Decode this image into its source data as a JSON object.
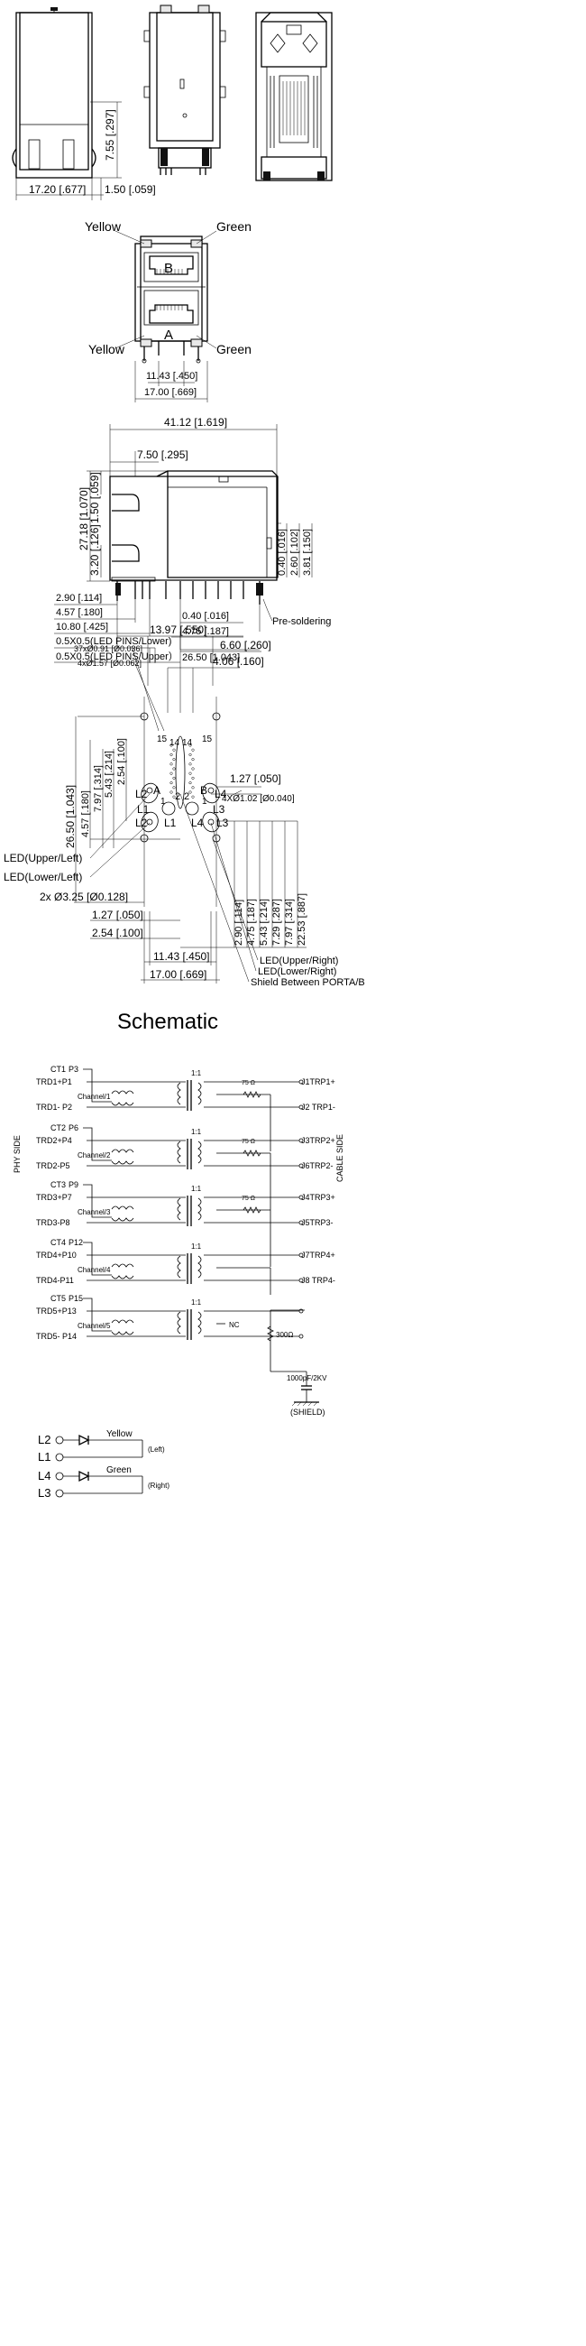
{
  "views": {
    "front": {
      "w": "17.20 [.677]",
      "h": "7.55 [.297]",
      "side": "1.50 [.059]"
    },
    "port": {
      "yellow_top": "Yellow",
      "green_top": "Green",
      "yellow_bot": "Yellow",
      "green_bot": "Green",
      "label_b": "B",
      "label_a": "A",
      "dim1": "11.43 [.450]",
      "dim2": "17.00 [.669]"
    },
    "side": {
      "top": "41.12 [1.619]",
      "offset": "7.50 [.295]",
      "height": "27.18 [1.070]",
      "d150": "1.50 [.059]",
      "d320": "3.20 [.126]",
      "d040v": "0.40 [.016]",
      "d260": "2.60 [.102]",
      "d381": "3.81 [.150]",
      "d290": "2.90 [.114]",
      "d457": "4.57 [.180]",
      "d1080": "10.80 [.425]",
      "d040": "0.40 [.016]",
      "d475": "4.75 [.187]",
      "d2650": "26.50 [1.043]",
      "led_lower": "0.5X0.5(LED PINS/Lower)",
      "led_upper": "0.5X0.5(LED PINS/Upper）",
      "presolder": "Pre-soldering"
    },
    "footprint": {
      "d1397": "13.97 [.550]",
      "d660": "6.60 [.260]",
      "d406": "4.06 [.160]",
      "holes37": "37xØ0.91 [Ø0.036]",
      "holes4": "4xØ1.57 [Ø0.062]",
      "d2650v": "26.50 [1.043]",
      "d457v": "4.57 [.180]",
      "d797v": "7.97 [.314]",
      "d543v": "5.43 [.214]",
      "d254v": "2.54 [.100]",
      "d127r": "1.27 [.050]",
      "holes4b": "4XØ1.02 [Ø0.040]",
      "p15a": "15",
      "p14a": "14",
      "p14b": "14",
      "p15b": "15",
      "p2a": "2",
      "p2b": "2",
      "p1a": "1",
      "p1b": "1",
      "L2a": "L2",
      "L1a": "L1",
      "L4a": "L4",
      "L3a": "L3",
      "La": "A",
      "Lb": "B",
      "L2b": "L2",
      "L1b": "L1",
      "L4b": "L4",
      "L3b": "L3",
      "led_ul": "LED(Upper/Left)",
      "led_ll": "LED(Lower/Left)",
      "mount": "2x Ø3.25 [Ø0.128]",
      "d127": "1.27 [.050]",
      "d254": "2.54 [.100]",
      "d1143": "11.43 [.450]",
      "d1700": "17.00 [.669]",
      "r290": "2.90 [.114]",
      "r475": "4.75 [.187]",
      "r543": "5.43 [.214]",
      "r729": "7.29 [.287]",
      "r797": "7.97 [.314]",
      "r2253": "22.53 [.887]",
      "led_ur": "LED(Upper/Right)",
      "led_lr": "LED(Lower/Right)",
      "shield": "Shield Between PORTA/B"
    },
    "schematic": {
      "title": "Schematic",
      "phy_side": "PHY SIDE",
      "cable_side": "CABLE SIDE",
      "channels": [
        {
          "ct": "CT1",
          "ctp": "P3",
          "trdp": "TRD1+P1",
          "trdm": "TRD1- P2",
          "name": "Channel/1",
          "ratio": "1:1",
          "res": "75 Ω",
          "jp": "J1TRP1+",
          "jm": "J2 TRP1-"
        },
        {
          "ct": "CT2",
          "ctp": "P6",
          "trdp": "TRD2+P4",
          "trdm": "TRD2-P5",
          "name": "Channel/2",
          "ratio": "1:1",
          "res": "75 Ω",
          "jp": "J3TRP2+",
          "jm": "J6TRP2-"
        },
        {
          "ct": "CT3",
          "ctp": "P9",
          "trdp": "TRD3+P7",
          "trdm": "TRD3-P8",
          "name": "Channel/3",
          "ratio": "1:1",
          "res": "75 Ω",
          "jp": "J4TRP3+",
          "jm": "J5TRP3-"
        },
        {
          "ct": "CT4",
          "ctp": "P12",
          "trdp": "TRD4+P10",
          "trdm": "TRD4-P11",
          "name": "Channel/4",
          "ratio": "1:1",
          "res": "",
          "jp": "J7TRP4+",
          "jm": "J8 TRP4-"
        },
        {
          "ct": "CT5",
          "ctp": "P15",
          "trdp": "TRD5+P13",
          "trdm": "TRD5- P14",
          "name": "Channel/5",
          "ratio": "1:1",
          "res": "",
          "jp": "NC",
          "jm": ""
        }
      ],
      "r300": "300Ω",
      "cap": "1000pF/2KV",
      "shield": "(SHIELD)"
    },
    "leds": {
      "l2": "L2",
      "l1": "L1",
      "l4": "L4",
      "l3": "L3",
      "yellow": "Yellow",
      "green": "Green",
      "left": "(Left)",
      "right": "(Right)"
    }
  }
}
